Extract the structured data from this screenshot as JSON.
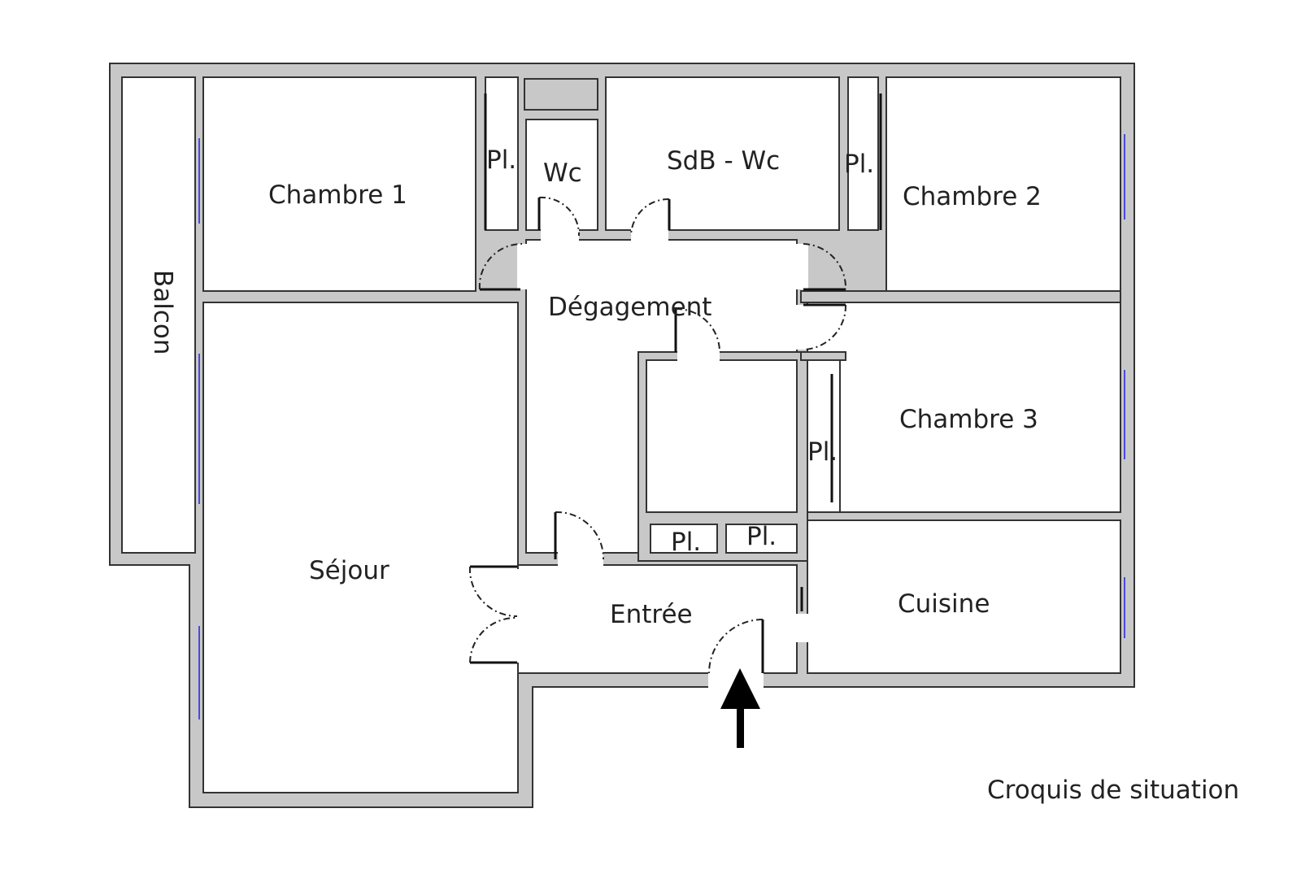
{
  "rooms": {
    "balcon": "Balcon",
    "chambre1": "Chambre 1",
    "placard1": "Pl.",
    "wc": "Wc",
    "sdb": "SdB - Wc",
    "placard2": "Pl.",
    "chambre2": "Chambre 2",
    "degagement": "Dégagement",
    "sejour": "Séjour",
    "chambre3": "Chambre 3",
    "placard3": "Pl.",
    "placard4": "Pl.",
    "placard5": "Pl.",
    "entree": "Entrée",
    "cuisine": "Cuisine"
  },
  "caption": "Croquis de situation",
  "colors": {
    "wall": "#c8c8c8",
    "window": "#4a4adf",
    "line": "#333333"
  }
}
